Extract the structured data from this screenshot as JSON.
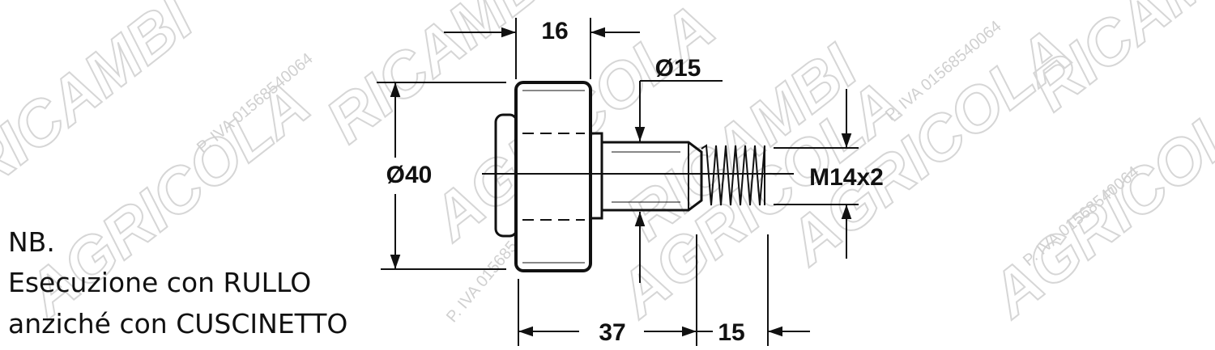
{
  "watermark": {
    "logo": "RICAMBI AGRICOLA",
    "vat": "P. IVA 01568540064"
  },
  "dimensions": {
    "roller_width": "16",
    "roller_diameter": "Ø40",
    "shaft_diameter": "Ø15",
    "thread": "M14x2",
    "shaft_length": "37",
    "thread_length": "15"
  },
  "note": {
    "title": "NB.",
    "line1": "Esecuzione con RULLO",
    "line2": "anziché con CUSCINETTO"
  }
}
